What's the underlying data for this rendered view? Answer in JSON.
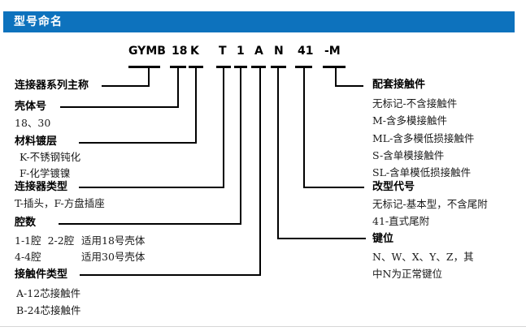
{
  "header": {
    "title": "型号命名",
    "bar_color": "#0d72bd"
  },
  "code": {
    "segments": [
      "GYMB",
      "18",
      "K",
      "T",
      "1",
      "A",
      "N",
      "41",
      "-M"
    ]
  },
  "left": {
    "series_title": "连接器系列主称",
    "shell_title": "壳体号",
    "shell_values": "18、30",
    "plating_title": "材料镀层",
    "plating_k": "K-不锈钢钝化",
    "plating_f": "F-化学镀镍",
    "conn_type_title": "连接器类型",
    "conn_type_values": "T-插头，F-方盘插座",
    "cavity_title": "腔数",
    "cavity_row1_left": "1-1腔  2-2腔",
    "cavity_row1_right": "适用18号壳体",
    "cavity_row2_left": "4-4腔",
    "cavity_row2_right": "适用30号壳体",
    "contact_type_title": "接触件类型",
    "contact_a": "A-12芯接触件",
    "contact_b": "B-24芯接触件"
  },
  "right": {
    "mating_title": "配套接触件",
    "mating_items": [
      "无标记-不含接触件",
      "M-含多模接触件",
      "ML-含多模低损接触件",
      "S-含单模接触件",
      "SL-含单模低损接触件"
    ],
    "mod_title": "改型代号",
    "mod_items": [
      "无标记-基本型，不含尾附",
      "41-直式尾附"
    ],
    "key_title": "键位",
    "key_line1": "N、W、X、Y、Z，其",
    "key_line2": "中N为正常键位"
  }
}
